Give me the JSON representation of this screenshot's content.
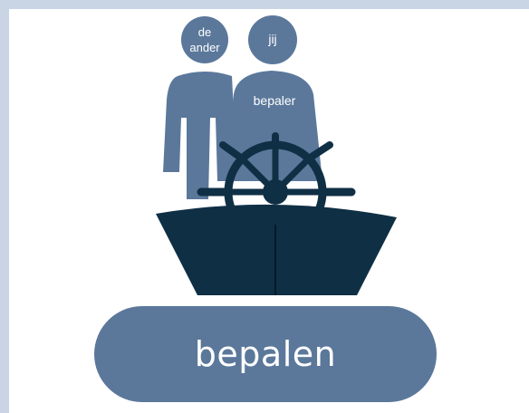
{
  "figures": {
    "other": {
      "label_line1": "de",
      "label_line2": "ander"
    },
    "you": {
      "label": "jij",
      "role_label": "bepaler"
    }
  },
  "boat": {
    "icon": "ship-wheel-icon"
  },
  "action_label": "bepalen",
  "colors": {
    "figure_blue": "#5b789b",
    "boat_navy": "#0f2f45",
    "border": "#c9d4e5"
  }
}
